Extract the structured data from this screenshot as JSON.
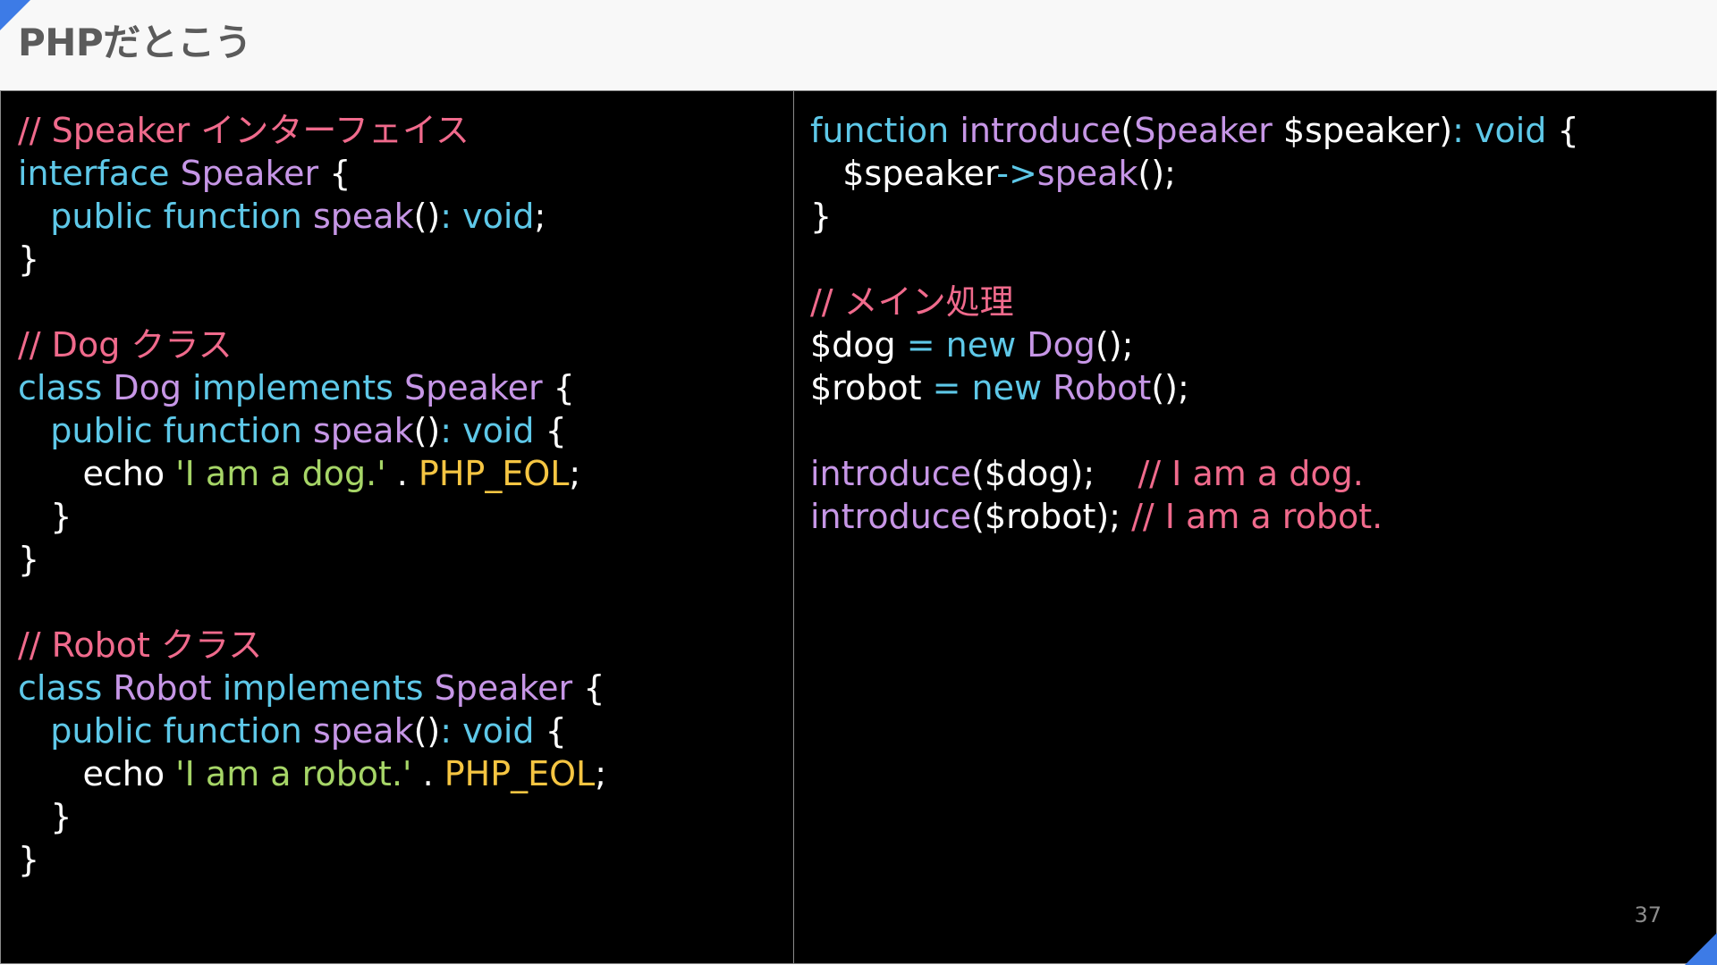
{
  "slide": {
    "title": "PHPだとこう",
    "page_number": "37"
  },
  "colors": {
    "comment": "#f06a8c",
    "keyword": "#5ec8e8",
    "class_name": "#c696e6",
    "string": "#a6d567",
    "constant": "#f5c542",
    "plain": "#ffffff",
    "accent": "#3d7be6"
  },
  "code_left": {
    "lines": [
      [
        {
          "t": "// Speaker インターフェイス",
          "c": "comment"
        }
      ],
      [
        {
          "t": "interface ",
          "c": "keyword"
        },
        {
          "t": "Speaker",
          "c": "class_name"
        },
        {
          "t": " {",
          "c": "plain"
        }
      ],
      [
        {
          "t": "   ",
          "c": "plain"
        },
        {
          "t": "public function ",
          "c": "keyword"
        },
        {
          "t": "speak",
          "c": "class_name"
        },
        {
          "t": "()",
          "c": "plain"
        },
        {
          "t": ": void",
          "c": "keyword"
        },
        {
          "t": ";",
          "c": "plain"
        }
      ],
      [
        {
          "t": "}",
          "c": "plain"
        }
      ],
      [],
      [
        {
          "t": "// Dog クラス",
          "c": "comment"
        }
      ],
      [
        {
          "t": "class ",
          "c": "keyword"
        },
        {
          "t": "Dog ",
          "c": "class_name"
        },
        {
          "t": "implements ",
          "c": "keyword"
        },
        {
          "t": "Speaker",
          "c": "class_name"
        },
        {
          "t": " {",
          "c": "plain"
        }
      ],
      [
        {
          "t": "   ",
          "c": "plain"
        },
        {
          "t": "public function ",
          "c": "keyword"
        },
        {
          "t": "speak",
          "c": "class_name"
        },
        {
          "t": "()",
          "c": "plain"
        },
        {
          "t": ": void",
          "c": "keyword"
        },
        {
          "t": " {",
          "c": "plain"
        }
      ],
      [
        {
          "t": "      echo ",
          "c": "plain"
        },
        {
          "t": "'I am a dog.'",
          "c": "string"
        },
        {
          "t": " . ",
          "c": "plain"
        },
        {
          "t": "PHP_EOL",
          "c": "constant"
        },
        {
          "t": ";",
          "c": "plain"
        }
      ],
      [
        {
          "t": "   }",
          "c": "plain"
        }
      ],
      [
        {
          "t": "}",
          "c": "plain"
        }
      ],
      [],
      [
        {
          "t": "// Robot クラス",
          "c": "comment"
        }
      ],
      [
        {
          "t": "class ",
          "c": "keyword"
        },
        {
          "t": "Robot ",
          "c": "class_name"
        },
        {
          "t": "implements ",
          "c": "keyword"
        },
        {
          "t": "Speaker",
          "c": "class_name"
        },
        {
          "t": " {",
          "c": "plain"
        }
      ],
      [
        {
          "t": "   ",
          "c": "plain"
        },
        {
          "t": "public function ",
          "c": "keyword"
        },
        {
          "t": "speak",
          "c": "class_name"
        },
        {
          "t": "()",
          "c": "plain"
        },
        {
          "t": ": void",
          "c": "keyword"
        },
        {
          "t": " {",
          "c": "plain"
        }
      ],
      [
        {
          "t": "      echo ",
          "c": "plain"
        },
        {
          "t": "'I am a robot.'",
          "c": "string"
        },
        {
          "t": " . ",
          "c": "plain"
        },
        {
          "t": "PHP_EOL",
          "c": "constant"
        },
        {
          "t": ";",
          "c": "plain"
        }
      ],
      [
        {
          "t": "   }",
          "c": "plain"
        }
      ],
      [
        {
          "t": "}",
          "c": "plain"
        }
      ]
    ]
  },
  "code_right": {
    "lines": [
      [
        {
          "t": "function ",
          "c": "keyword"
        },
        {
          "t": "introduce",
          "c": "class_name"
        },
        {
          "t": "(",
          "c": "plain"
        },
        {
          "t": "Speaker ",
          "c": "class_name"
        },
        {
          "t": "$speaker)",
          "c": "plain"
        },
        {
          "t": ": void",
          "c": "keyword"
        },
        {
          "t": " {",
          "c": "plain"
        }
      ],
      [
        {
          "t": "   $speaker",
          "c": "plain"
        },
        {
          "t": "->",
          "c": "keyword"
        },
        {
          "t": "speak",
          "c": "class_name"
        },
        {
          "t": "();",
          "c": "plain"
        }
      ],
      [
        {
          "t": "}",
          "c": "plain"
        }
      ],
      [],
      [
        {
          "t": "// メイン処理",
          "c": "comment"
        }
      ],
      [
        {
          "t": "$dog ",
          "c": "plain"
        },
        {
          "t": "= new ",
          "c": "keyword"
        },
        {
          "t": "Dog",
          "c": "class_name"
        },
        {
          "t": "();",
          "c": "plain"
        }
      ],
      [
        {
          "t": "$robot ",
          "c": "plain"
        },
        {
          "t": "= new ",
          "c": "keyword"
        },
        {
          "t": "Robot",
          "c": "class_name"
        },
        {
          "t": "();",
          "c": "plain"
        }
      ],
      [],
      [
        {
          "t": "introduce",
          "c": "class_name"
        },
        {
          "t": "($dog);    ",
          "c": "plain"
        },
        {
          "t": "// I am a dog.",
          "c": "comment"
        }
      ],
      [
        {
          "t": "introduce",
          "c": "class_name"
        },
        {
          "t": "($robot); ",
          "c": "plain"
        },
        {
          "t": "// I am a robot.",
          "c": "comment"
        }
      ]
    ]
  }
}
